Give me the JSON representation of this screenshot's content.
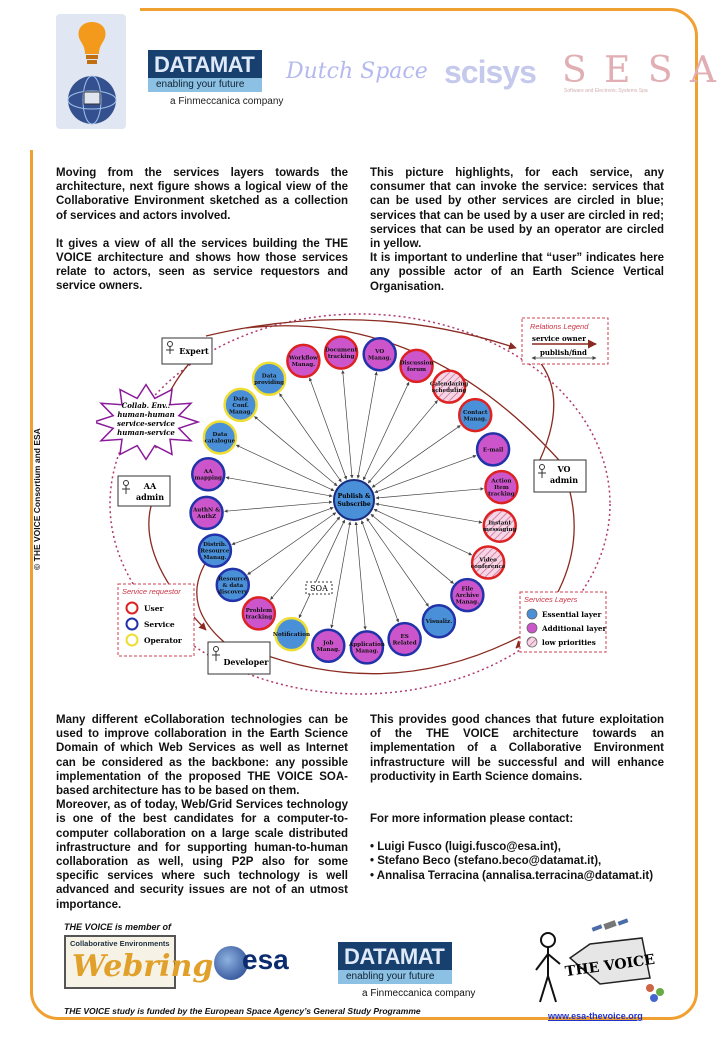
{
  "header": {
    "datamat_name": "DATAMAT",
    "datamat_tagline": "enabling your future",
    "datamat_sub": "a Finmeccanica company",
    "dutch_space": "Dutch Space",
    "scisys": "scisys",
    "sesa": "S E S A",
    "sesa_sub": "Software and Electronic Systems Spa"
  },
  "side_text": "© THE VOICE Consortium and ESA",
  "top_left_paragraphs": [
    "Moving from the services layers towards the architecture, next figure shows a logical view of the Collaborative Environment sketched as a collection of services and actors involved.",
    "It gives a view of all the services building the THE VOICE architecture and shows how those services relate to actors, seen as service requestors and service owners."
  ],
  "top_right_paragraphs": [
    "This picture highlights, for each service, any consumer that can invoke the service: services that can be used by other services are circled in blue; services that can be used by a user are circled in red; services that can be used by an operator are circled in yellow.",
    "It is important to underline that “user” indicates here any possible actor of an Earth Science Vertical Organisation."
  ],
  "diagram": {
    "hub": [
      "Publish &",
      "Subscribe"
    ],
    "actors": {
      "expert": "Expert",
      "aa_admin": [
        "AA",
        "admin"
      ],
      "developer": "Developer",
      "vo_admin": [
        "VO",
        "admin"
      ]
    },
    "collab_star": [
      "Collab. Env.:",
      "human-human",
      "service-service",
      "human-service"
    ],
    "soa": "SOA",
    "services": [
      {
        "label": [
          "Workflow",
          "Manag."
        ]
      },
      {
        "label": [
          "Document",
          "tracking"
        ]
      },
      {
        "label": [
          "VO",
          "Manag."
        ]
      },
      {
        "label": [
          "Discussion",
          "forum"
        ]
      },
      {
        "label": [
          "Calendaring",
          "scheduling"
        ]
      },
      {
        "label": [
          "Contact",
          "Manag."
        ]
      },
      {
        "label": [
          "E-mail"
        ]
      },
      {
        "label": [
          "Action",
          "Item",
          "tracking"
        ]
      },
      {
        "label": [
          "Instant",
          "messaging"
        ]
      },
      {
        "label": [
          "Video",
          "conference"
        ]
      },
      {
        "label": [
          "File",
          "Archive",
          "Manag."
        ]
      },
      {
        "label": [
          "Visualiz."
        ]
      },
      {
        "label": [
          "ES",
          "Related"
        ]
      },
      {
        "label": [
          "Application",
          "Manag."
        ]
      },
      {
        "label": [
          "Job",
          "Manag."
        ]
      },
      {
        "label": [
          "Notification"
        ]
      },
      {
        "label": [
          "Problem",
          "tracking"
        ]
      },
      {
        "label": [
          "Resource",
          "& data",
          "discovery"
        ]
      },
      {
        "label": [
          "Distrib.",
          "Resource",
          "Manag."
        ]
      },
      {
        "label": [
          "AuthN &",
          "AuthZ"
        ]
      },
      {
        "label": [
          "AA",
          "mapping"
        ]
      },
      {
        "label": [
          "Data",
          "catalogue"
        ]
      },
      {
        "label": [
          "Data",
          "Conf.",
          "Manag."
        ]
      },
      {
        "label": [
          "Data",
          "providing"
        ]
      }
    ],
    "relations_legend": {
      "title": "Relations Legend",
      "owner": "service owner",
      "publish": "publish/find"
    },
    "requestor_legend": {
      "title": "Service requestor",
      "items": [
        "User",
        "Service",
        "Operator"
      ],
      "colors": [
        "#dd2222",
        "#2233aa",
        "#eedd33"
      ]
    },
    "layers_legend": {
      "title": "Services Layers",
      "items": [
        "Essential layer",
        "Additional layer",
        "low priorities"
      ],
      "colors": [
        "#4a90d9",
        "#cc55cc",
        "#f3c5d8"
      ]
    }
  },
  "bottom_left_paragraphs": [
    "Many different eCollaboration technologies can be used to improve collaboration in the Earth Science Domain of which Web Services as well as Internet can be considered as the backbone: any possible implementation of the proposed THE VOICE SOA-based architecture has to be based on them.",
    "Moreover, as of today, Web/Grid Services technology is one of the best candidates for a computer-to-computer collaboration on a large scale distributed infrastructure and for supporting human-to-human collaboration as well, using P2P also for some specific services where such technology is well advanced and security issues are not of an utmost importance."
  ],
  "bottom_right": {
    "paragraph": "This provides good chances that future exploitation of the THE VOICE architecture towards an implementation of a Collaborative Environment infrastructure will be successful and will enhance productivity in Earth Science domains.",
    "contact_intro": "For more information please contact:",
    "contacts": [
      "• Luigi Fusco (luigi.fusco@esa.int),",
      "• Stefano Beco (stefano.beco@datamat.it),",
      "• Annalisa Terracina (annalisa.terracina@datamat.it)"
    ]
  },
  "footer": {
    "member_label": "THE VOICE is member of",
    "webring_top": "Collaborative Environments",
    "webring_name": "Webring",
    "esa": "esa",
    "datamat_name": "DATAMAT",
    "datamat_tagline": "enabling your future",
    "datamat_sub": "a Finmeccanica company",
    "funded": "THE VOICE study is funded by the European Space Agency’s General Study Programme",
    "voice_logo": "THE VOICE",
    "url": "www.esa-thevoice.org"
  }
}
